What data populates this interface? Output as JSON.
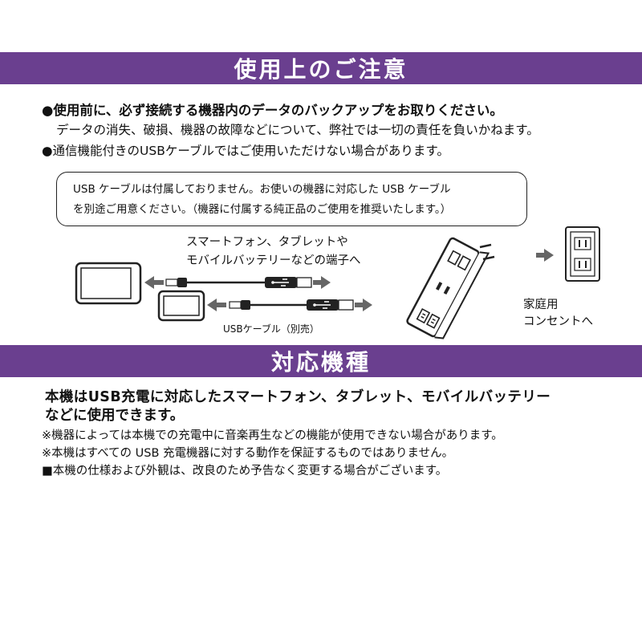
{
  "section1": {
    "heading": "使用上のご注意",
    "bullet1": "●使用前に、必ず接続する機器内のデータのバックアップをお取りください。",
    "bullet1_sub": "データの消失、破損、機器の故障などについて、弊社では一切の責任を負いかねます。",
    "bullet2": "●通信機能付きのUSBケーブルではご使用いただけない場合があります。"
  },
  "note_box": {
    "line1": "USB ケーブルは付属しておりません。お使いの機器に対応した USB ケーブル",
    "line2": "を別途ご用意ください。（機器に付属する純正品のご使用を推奨いたします。）"
  },
  "diagram": {
    "label_devices_1": "スマートフォン、タブレットや",
    "label_devices_2": "モバイルバッテリーなどの端子へ",
    "label_cable": "USBケーブル（別売）",
    "label_outlet_1": "家庭用",
    "label_outlet_2": "コンセントへ"
  },
  "section2": {
    "heading": "対応機種",
    "main_line1": "本機はUSB充電に対応したスマートフォン、タブレット、モバイルバッテリー",
    "main_line2": "などに使用できます。",
    "note1": "※機器によっては本機での充電中に音楽再生などの機能が使用できない場合があります。",
    "note2": "※本機はすべての USB 充電機器に対する動作を保証するものではありません。",
    "note3": "■本機の仕様および外観は、改良のため予告なく変更する場合がございます。"
  },
  "colors": {
    "band": "#6a3f8f"
  }
}
